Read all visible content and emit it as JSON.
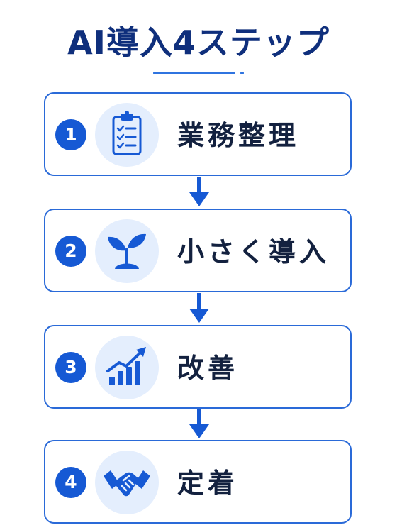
{
  "title": "AI導入4ステップ",
  "colors": {
    "title": "#0f2f7c",
    "accent": "#1659d4",
    "card_border": "#2a6ad8",
    "icon_bg": "#e4eefd",
    "label_text": "#13213f"
  },
  "steps": [
    {
      "number": "1",
      "label": "業務整理",
      "icon": "clipboard-checklist-icon"
    },
    {
      "number": "2",
      "label": "小さく導入",
      "icon": "sprout-icon"
    },
    {
      "number": "3",
      "label": "改善",
      "icon": "growth-chart-icon"
    },
    {
      "number": "4",
      "label": "定着",
      "icon": "handshake-icon"
    }
  ]
}
